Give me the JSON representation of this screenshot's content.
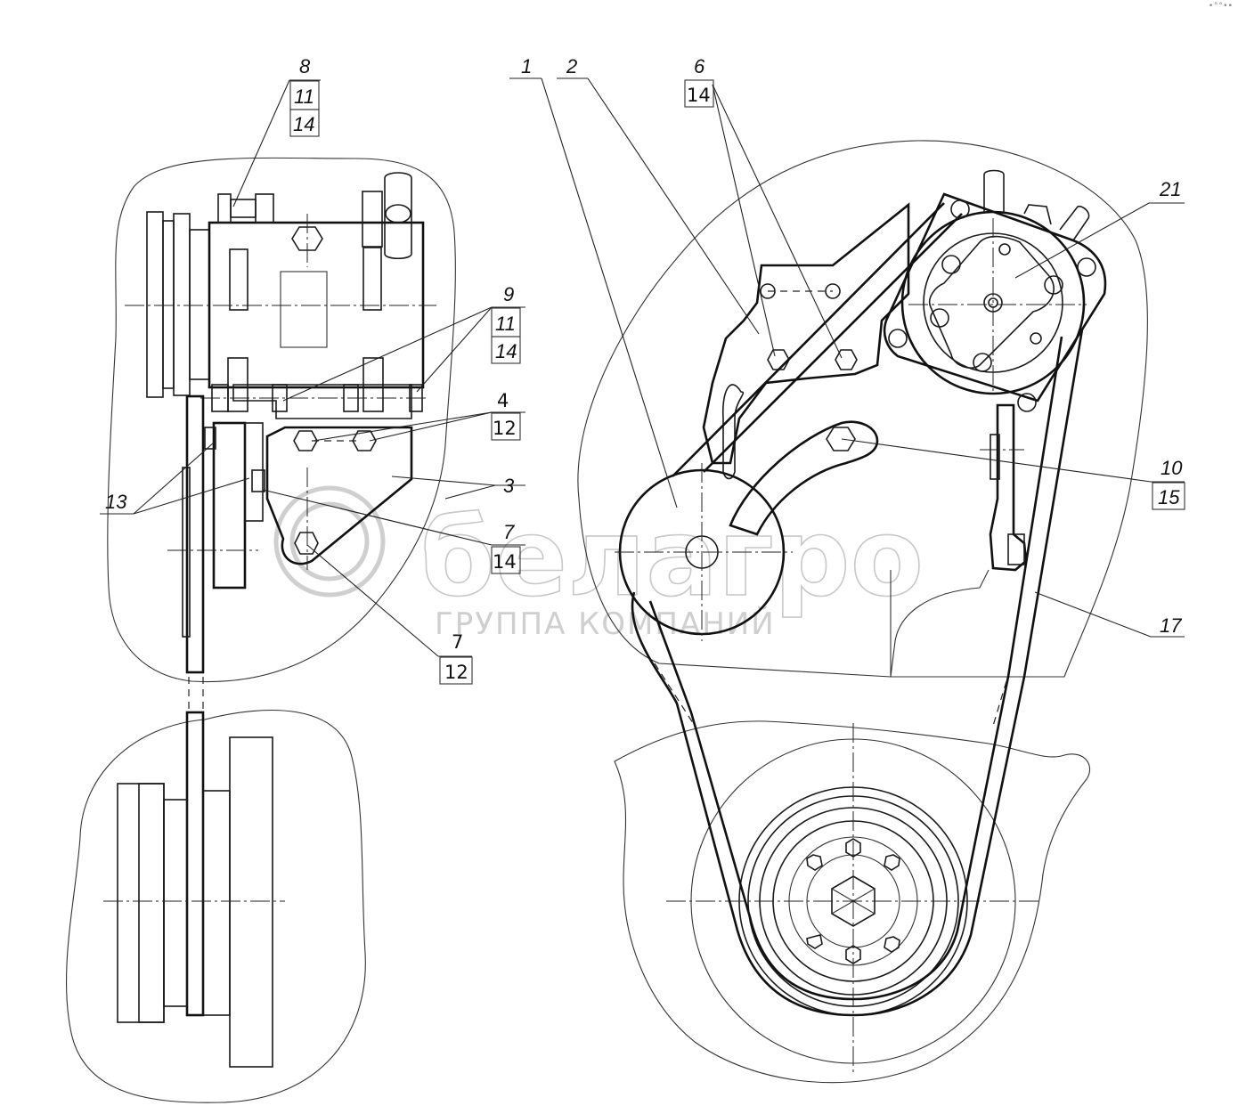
{
  "corner_mark": "•°°••",
  "watermark": {
    "brand": "белагро",
    "subtitle": "ГРУППА КОМПАНИЙ"
  },
  "callouts": {
    "c8": "8",
    "c8_11": "11",
    "c8_14": "14",
    "c9": "9",
    "c9_11": "11",
    "c9_14": "14",
    "c4": "4",
    "c4_12": "12",
    "c3": "3",
    "c7a": "7",
    "c7a_14": "14",
    "c7b": "7",
    "c7b_12": "12",
    "c13": "13",
    "c1": "1",
    "c2": "2",
    "c6": "6",
    "c6_14": "14",
    "c21": "21",
    "c10": "10",
    "c10_15": "15",
    "c17": "17"
  }
}
